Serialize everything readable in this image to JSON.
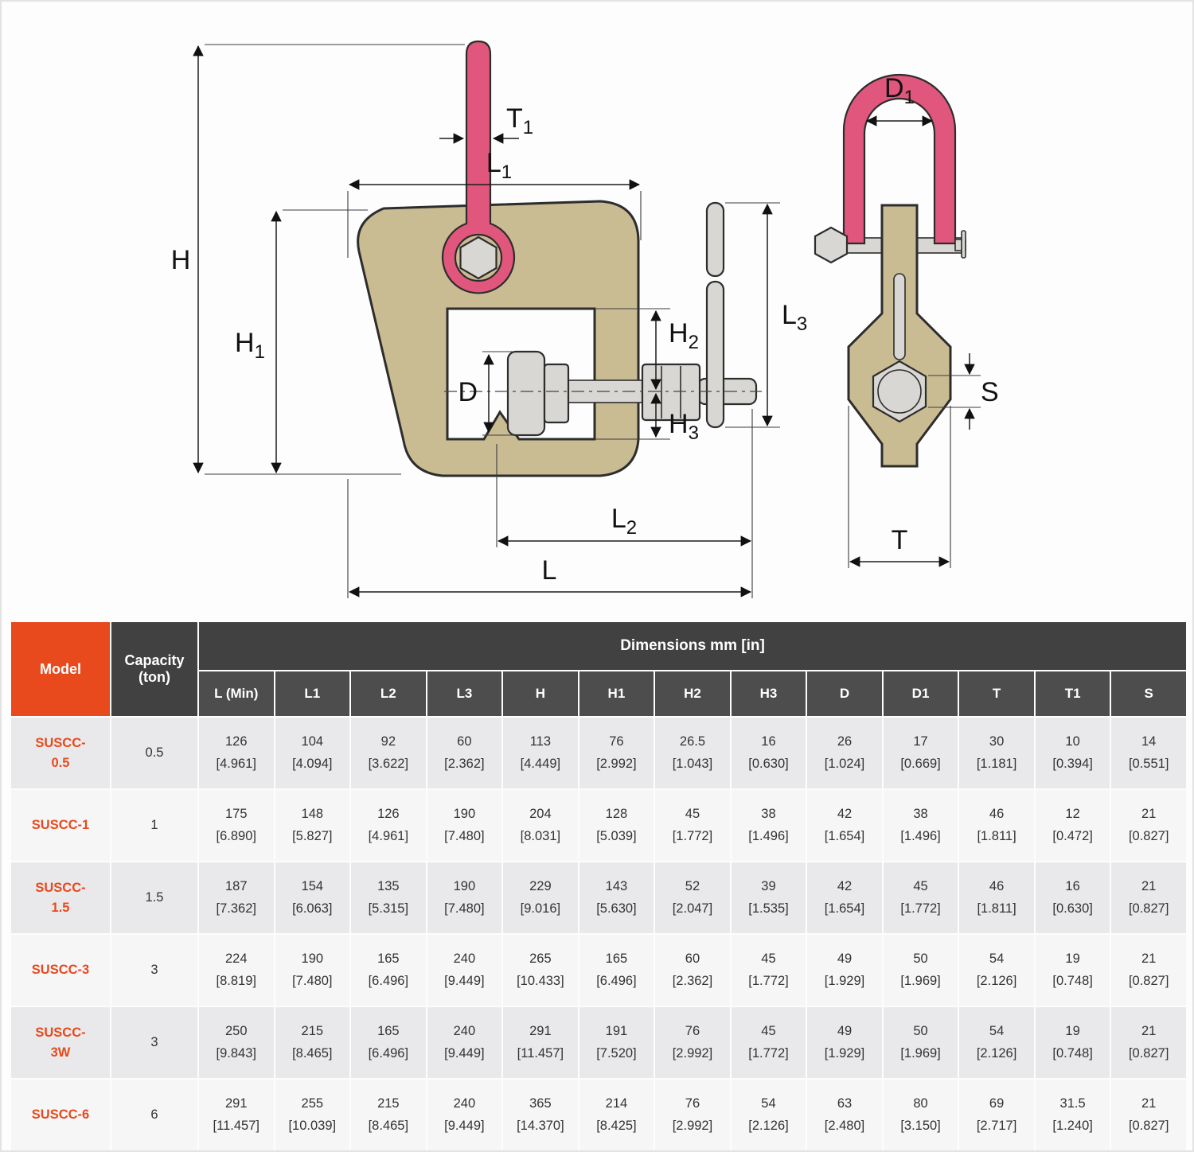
{
  "diagram": {
    "labels": {
      "H": {
        "base": "H",
        "sub": ""
      },
      "H1": {
        "base": "H",
        "sub": "1"
      },
      "H2": {
        "base": "H",
        "sub": "2"
      },
      "H3": {
        "base": "H",
        "sub": "3"
      },
      "L": {
        "base": "L",
        "sub": ""
      },
      "L1": {
        "base": "L",
        "sub": "1"
      },
      "L2": {
        "base": "L",
        "sub": "2"
      },
      "L3": {
        "base": "L",
        "sub": "3"
      },
      "T": {
        "base": "T",
        "sub": ""
      },
      "T1": {
        "base": "T",
        "sub": "1"
      },
      "D": {
        "base": "D",
        "sub": ""
      },
      "D1": {
        "base": "D",
        "sub": "1"
      },
      "S": {
        "base": "S",
        "sub": ""
      }
    }
  },
  "colors": {
    "accent_orange": "#e8491d",
    "header_dark": "#414141",
    "subheader_dark": "#4d4d4d",
    "row_light": "#f6f6f7",
    "row_alt": "#e9e9eb",
    "hook_pink": "#e0567c",
    "body_tan": "#cabc92",
    "metal_gray": "#d8d7d4",
    "outline": "#2d2d2d"
  },
  "table": {
    "header": {
      "model": "Model",
      "capacity": "Capacity\n(ton)",
      "dimensions": "Dimensions mm [in]"
    },
    "columns": [
      "L (Min)",
      "L1",
      "L2",
      "L3",
      "H",
      "H1",
      "H2",
      "H3",
      "D",
      "D1",
      "T",
      "T1",
      "S"
    ],
    "rows": [
      {
        "model": "SUSCC-\n0.5",
        "capacity": "0.5",
        "cells": [
          "126\n[4.961]",
          "104\n[4.094]",
          "92\n[3.622]",
          "60\n[2.362]",
          "113\n[4.449]",
          "76\n[2.992]",
          "26.5\n[1.043]",
          "16\n[0.630]",
          "26\n[1.024]",
          "17\n[0.669]",
          "30\n[1.181]",
          "10\n[0.394]",
          "14\n[0.551]"
        ]
      },
      {
        "model": "SUSCC-1",
        "capacity": "1",
        "cells": [
          "175\n[6.890]",
          "148\n[5.827]",
          "126\n[4.961]",
          "190\n[7.480]",
          "204\n[8.031]",
          "128\n[5.039]",
          "45\n[1.772]",
          "38\n[1.496]",
          "42\n[1.654]",
          "38\n[1.496]",
          "46\n[1.811]",
          "12\n[0.472]",
          "21\n[0.827]"
        ]
      },
      {
        "model": "SUSCC-\n1.5",
        "capacity": "1.5",
        "cells": [
          "187\n[7.362]",
          "154\n[6.063]",
          "135\n[5.315]",
          "190\n[7.480]",
          "229\n[9.016]",
          "143\n[5.630]",
          "52\n[2.047]",
          "39\n[1.535]",
          "42\n[1.654]",
          "45\n[1.772]",
          "46\n[1.811]",
          "16\n[0.630]",
          "21\n[0.827]"
        ]
      },
      {
        "model": "SUSCC-3",
        "capacity": "3",
        "cells": [
          "224\n[8.819]",
          "190\n[7.480]",
          "165\n[6.496]",
          "240\n[9.449]",
          "265\n[10.433]",
          "165\n[6.496]",
          "60\n[2.362]",
          "45\n[1.772]",
          "49\n[1.929]",
          "50\n[1.969]",
          "54\n[2.126]",
          "19\n[0.748]",
          "21\n[0.827]"
        ]
      },
      {
        "model": "SUSCC-\n3W",
        "capacity": "3",
        "cells": [
          "250\n[9.843]",
          "215\n[8.465]",
          "165\n[6.496]",
          "240\n[9.449]",
          "291\n[11.457]",
          "191\n[7.520]",
          "76\n[2.992]",
          "45\n[1.772]",
          "49\n[1.929]",
          "50\n[1.969]",
          "54\n[2.126]",
          "19\n[0.748]",
          "21\n[0.827]"
        ]
      },
      {
        "model": "SUSCC-6",
        "capacity": "6",
        "cells": [
          "291\n[11.457]",
          "255\n[10.039]",
          "215\n[8.465]",
          "240\n[9.449]",
          "365\n[14.370]",
          "214\n[8.425]",
          "76\n[2.992]",
          "54\n[2.126]",
          "63\n[2.480]",
          "80\n[3.150]",
          "69\n[2.717]",
          "31.5\n[1.240]",
          "21\n[0.827]"
        ]
      }
    ]
  }
}
